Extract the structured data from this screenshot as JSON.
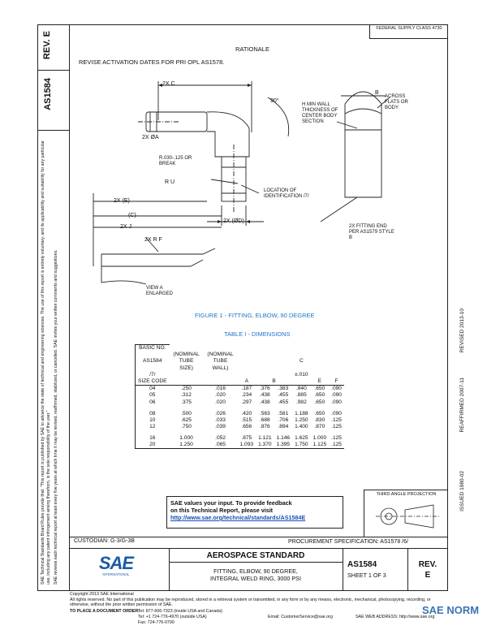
{
  "doc": {
    "rev_label": "REV.",
    "rev_value": "E",
    "doc_number": "AS1584",
    "fed_class": "FEDERAL SUPPLY CLASS 4730",
    "rationale_title": "RATIONALE",
    "rationale_text": "REVISE ACTIVATION DATES FOR PRI OPL AS1578.",
    "left_notice_1": "SAE Technical Standards Board Rules provide that: \"This report is published by SAE to advance the state of technical and engineering sciences. The use of this report is entirely voluntary, and its applicability and suitability for any particular use, including any patent infringement arising therefrom, is the sole responsibility of the user.\"",
    "left_notice_2": "SAE reviews each technical report at least every five years at which time it may be revised, reaffirmed, stabilized, or cancelled. SAE invites your written comments and suggestions."
  },
  "figure": {
    "caption": "FIGURE 1 - FITTING, ELBOW, 90 DEGREE",
    "labels": {
      "two_x_c": "2X C",
      "angle": "90°",
      "h_min_wall": "H MIN WALL THICKNESS OF CENTER BODY SECTION",
      "across": "ACROSS FLATS OR BODY",
      "b_mark": "B",
      "dia_a": "2X ØA",
      "r_break": "R.030-.125 OR BREAK",
      "r_u": "R U",
      "location": "LOCATION OF IDENTIFICATION /7/",
      "two_x_e": "2X (E)",
      "c_ref": "(C)",
      "two_x_j": "2X J",
      "two_x_d": "2X (ØD)",
      "two_x_r_f": "2X R F",
      "fitting_end": "2X FITTING END PER AS1579 STYLE B",
      "view_a": "VIEW A ENLARGED"
    }
  },
  "table": {
    "title": "TABLE I - DIMENSIONS",
    "headers": {
      "basic_no": "BASIC NO.",
      "as1584": "AS1584",
      "note7": "/7/",
      "size_code": "SIZE CODE",
      "nominal_tube": "(NOMINAL TUBE SIZE)",
      "nominal_wall": "(NOMINAL TUBE WALL)",
      "a": "A",
      "b": "B",
      "c": "C",
      "c_tol": "±.010",
      "e": "E",
      "f": "F"
    },
    "rows": [
      [
        "04",
        ".250",
        ".016",
        ".187",
        ".376",
        ".383",
        ".840",
        ".650",
        ".090"
      ],
      [
        "05",
        ".312",
        ".020",
        ".234",
        ".438",
        ".455",
        ".885",
        ".650",
        ".090"
      ],
      [
        "06",
        ".375",
        ".020",
        ".297",
        ".438",
        ".455",
        ".982",
        ".650",
        ".090"
      ],
      [
        "08",
        ".500",
        ".026",
        ".420",
        ".563",
        ".581",
        "1.188",
        ".650",
        ".090"
      ],
      [
        "10",
        ".625",
        ".033",
        ".515",
        ".688",
        ".706",
        "1.250",
        ".830",
        ".125"
      ],
      [
        "12",
        ".750",
        ".039",
        ".656",
        ".876",
        ".894",
        "1.400",
        ".870",
        ".125"
      ],
      [
        "16",
        "1.000",
        ".052",
        ".875",
        "1.121",
        "1.146",
        "1.625",
        "1.000",
        ".125"
      ],
      [
        "20",
        "1.250",
        ".065",
        "1.093",
        "1.370",
        "1.395",
        "1.750",
        "1.125",
        ".125"
      ]
    ]
  },
  "right_dates": {
    "revised": "REVISED 2013-10",
    "reaffirmed": "REAFFIRMED 2007-11",
    "issued": "ISSUED 1980-02"
  },
  "third_angle": "THIRD ANGLE PROJECTION",
  "feedback": {
    "line1": "SAE values your input. To provide feedback",
    "line2": "on this Technical Report, please visit",
    "link": "http://www.sae.org/technical/standards/AS1584E"
  },
  "custodian": "CUSTODIAN: G-3/G-3B",
  "procurement": "PROCUREMENT SPECIFICATION: AS1578 /6/",
  "title_block": {
    "logo": "SAE",
    "logo_sub": "INTERNATIONAL",
    "heading": "AEROSPACE STANDARD",
    "desc1": "FITTING, ELBOW, 90 DEGREE,",
    "desc2": "INTEGRAL WELD RING, 3000 PSI",
    "doc_number": "AS1584",
    "sheet": "SHEET 1 OF 3",
    "rev_label": "REV.",
    "rev_value": "E"
  },
  "footer": {
    "copyright": "Copyright 2013 SAE International",
    "rights": "All rights reserved. No part of this publication may be reproduced, stored in a retrieval system or transmitted, in any form or by any means, electronic, mechanical, photocopying, recording, or otherwise, without the prior written permission of SAE.",
    "order_label": "TO PLACE A DOCUMENT ORDER:",
    "tel": "Tel: 877-606-7323 (inside USA and Canada)",
    "tel2": "Tel: +1 724-776-4970 (outside USA)",
    "fax": "Fax: 724-776-0790",
    "email": "Email: CustomerService@sae.org",
    "web": "SAE WEB ADDRESS: http://www.sae.org",
    "watermark": "SAE NORM"
  }
}
